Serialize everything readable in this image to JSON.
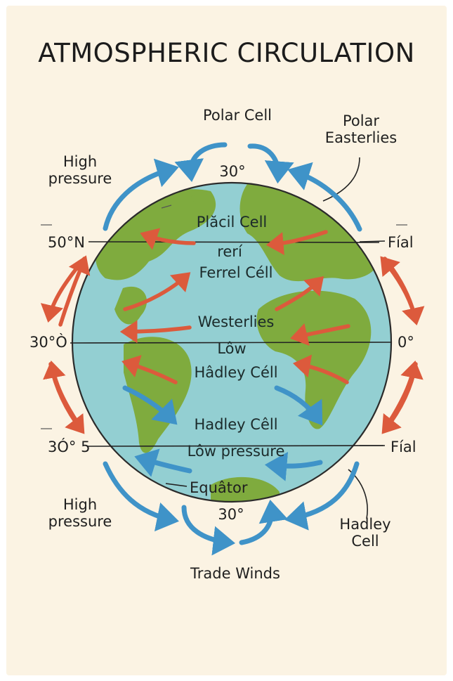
{
  "title": "ATMOSPHERIC CIRCULATION",
  "labels": {
    "polar_cell_top": "Polar Cell",
    "polar_easterlies_l1": "Polar",
    "polar_easterlies_l2": "Easterlies",
    "high_pressure_top_l1": "High",
    "high_pressure_top_l2": "pressure",
    "deg_30_top": "30°",
    "placil_cell": "Plăcil Cell",
    "lat_50n": "50°N",
    "reri": "rerí",
    "fial_top": "Fíal",
    "ferrel_cell": "Ferrel Céll",
    "westerlies": "Westerlies",
    "lat_30o": "30°Ò",
    "low": "Lôw",
    "deg_0": "0°",
    "hadley_cell_1": "Hâdley Céll",
    "hadley_cell_2": "Hadley Cêll",
    "lat_30s": "3Ó° 5",
    "low_pressure": "Lôw pressure",
    "fial_bottom": "Fíal",
    "equator": "Equâtor",
    "high_pressure_bottom_l1": "High",
    "high_pressure_bottom_l2": "pressure",
    "deg_30_bottom": "30°",
    "hadley_cell_bottom_l1": "Hadley",
    "hadley_cell_bottom_l2": "Cell",
    "trade_winds": "Trade Winds"
  },
  "colors": {
    "background": "#fbf3e3",
    "ocean": "#93cfd2",
    "land": "#7fab3e",
    "cold_arrow": "#3f93c8",
    "warm_arrow": "#dc5a3c",
    "outline": "#2b2b2b"
  }
}
